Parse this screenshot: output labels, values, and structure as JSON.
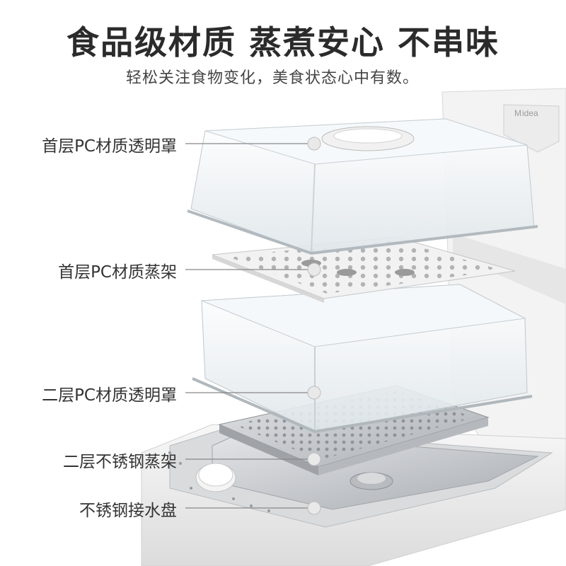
{
  "headline": "食品级材质 蒸煮安心 不串味",
  "subheadline": "轻松关注食物变化，美食状态心中有数。",
  "callouts": [
    "首层PC材质透明罩",
    "首层PC材质蒸架",
    "二层PC材质透明罩",
    "二层不锈钢蒸架",
    "不锈钢接水盘"
  ],
  "brand_mark": "Midea",
  "colors": {
    "text": "#2b2b2b",
    "leader": "#888888",
    "steel": "#c7c9cc",
    "clear_shell": "#eef3f6"
  }
}
